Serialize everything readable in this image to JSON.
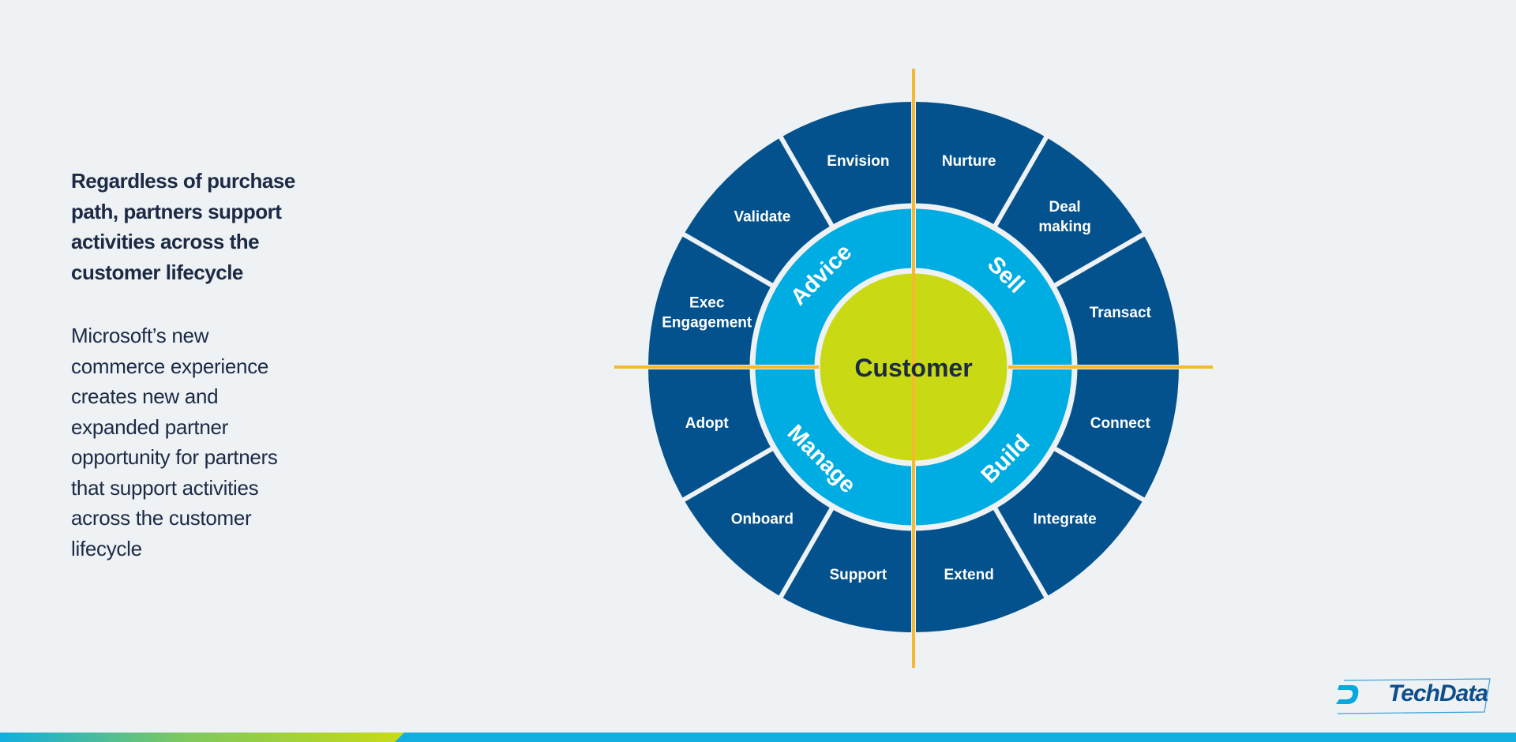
{
  "headline": "Regardless of purchase\npath, partners support\nactivities across the\ncustomer lifecycle",
  "body": "Microsoft’s new\ncommerce experience\ncreates new and\nexpanded partner\nopportunity for  partners\nthat support  activities\nacross the  customer\nlifecycle",
  "center": "Customer",
  "phases": [
    "Sell",
    "Build",
    "Manage",
    "Advice"
  ],
  "activities": [
    "Nurture",
    "Deal\nmaking",
    "Transact",
    "Connect",
    "Integrate",
    "Extend",
    "Support",
    "Onboard",
    "Adopt",
    "Exec\nEngagement",
    "Validate",
    "Envision"
  ],
  "logo": "TechData",
  "colors": {
    "outer_ring": "#03528d",
    "inner_ring": "#00ade2",
    "center": "#c9da15",
    "axis": "#f5b82e",
    "text_dark": "#1c2a44",
    "background": "#eef2f5"
  }
}
